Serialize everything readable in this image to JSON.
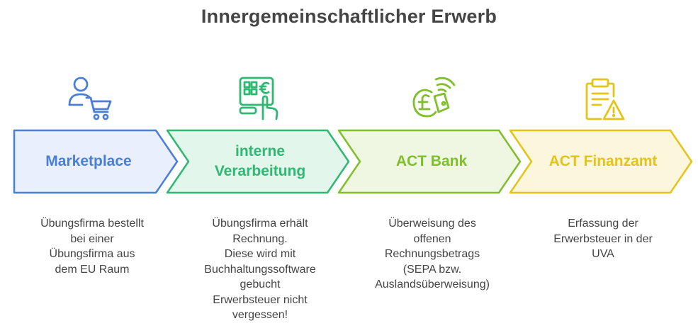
{
  "title": "Innergemeinschaftlicher Erwerb",
  "stages": [
    {
      "label_lines": [
        "Marketplace"
      ],
      "icon": "user-cart-icon",
      "color": "#4a7fd9",
      "fill": "#e9effc",
      "description_lines": [
        "Übungsfirma bestellt",
        "bei einer",
        "Übungsfirma aus",
        "dem EU Raum"
      ]
    },
    {
      "label_lines": [
        "interne",
        "Verarbeitung"
      ],
      "icon": "touch-terminal-euro-icon",
      "color": "#2eb872",
      "fill": "#e3f6ec",
      "description_lines": [
        "Übungsfirma erhält",
        "Rechnung.",
        "Diese wird mit",
        "Buchhaltungssoftware",
        "gebucht",
        "Erwerbsteuer nicht",
        "vergessen!"
      ]
    },
    {
      "label_lines": [
        "ACT Bank"
      ],
      "icon": "contactless-pound-payment-icon",
      "color": "#7fbf2a",
      "fill": "#eff7e2",
      "description_lines": [
        "Überweisung des",
        "offenen",
        "Rechnungsbetrags",
        "(SEPA bzw.",
        "Auslandsüberweisung)"
      ]
    },
    {
      "label_lines": [
        "ACT Finanzamt"
      ],
      "icon": "clipboard-warning-icon",
      "color": "#e3c417",
      "fill": "#fcf7dc",
      "description_lines": [
        "Erfassung der",
        "Erwerbsteuer in der",
        "UVA"
      ]
    }
  ]
}
